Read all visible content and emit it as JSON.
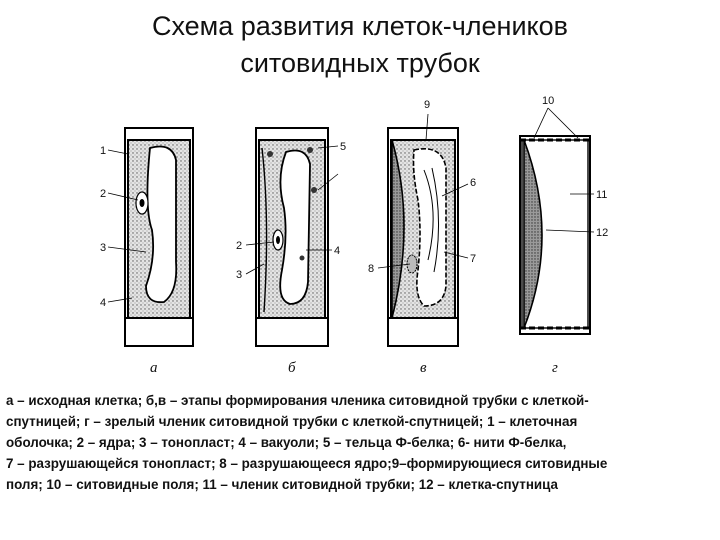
{
  "title": {
    "line1": "Схема развития клеток-члеников",
    "line2": "ситовидных трубок"
  },
  "panels": [
    "а",
    "б",
    "в",
    "г"
  ],
  "callouts": [
    "1",
    "2",
    "3",
    "4",
    "5",
    "2",
    "3",
    "4",
    "9",
    "6",
    "7",
    "8",
    "10",
    "11",
    "12"
  ],
  "caption": {
    "line1": "а – исходная клетка; б,в – этапы формирования членика ситовидной трубки с  клеткой-",
    "line2": "спутницей; г – зрелый членик ситовидной трубки с клеткой-спутницей; 1 – клеточная",
    "line3": "оболочка; 2 – ядра; 3 – тонопласт; 4 – вакуоли; 5 – тельца Ф-белка; 6- нити Ф-белка,",
    "line4": "7 – разрушающейся тонопласт; 8 – разрушающееся ядро;9–формирующиеся ситовидные",
    "line5": " поля; 10 – ситовидные поля; 11 – членик ситовидной трубки; 12 – клетка-спутница"
  }
}
